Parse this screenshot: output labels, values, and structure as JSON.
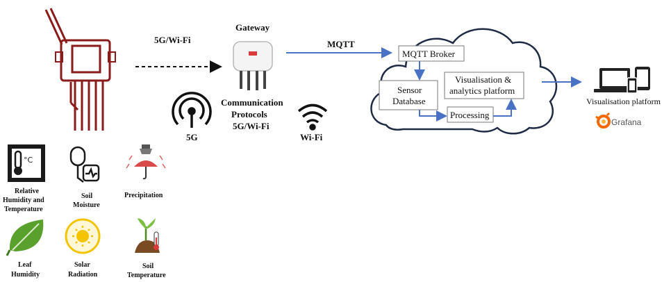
{
  "gateway": {
    "title": "Gateway",
    "protocols_line1": "Communication",
    "protocols_line2": "Protocols",
    "protocols_line3": "5G/Wi-Fi"
  },
  "links": {
    "device_to_gateway": "5G/Wi-Fi",
    "gateway_to_cloud": "MQTT"
  },
  "radios": {
    "fiveg_label": "5G",
    "wifi_label": "Wi-Fi"
  },
  "cloud": {
    "broker": "MQTT Broker",
    "sensor_db_line1": "Sensor",
    "sensor_db_line2": "Database",
    "visual_line1": "Visualisation &",
    "visual_line2": "analytics platform",
    "processing": "Processing"
  },
  "viz": {
    "label": "Visualisation platform",
    "grafana": "Grafana",
    "grafana_color": "#f46800"
  },
  "sensors": [
    {
      "icon": "thermometer-icon",
      "lines": [
        "Relative",
        "Humidity and",
        "Temperature"
      ]
    },
    {
      "icon": "soil-moisture-icon",
      "lines": [
        "Soil",
        "Moisture"
      ]
    },
    {
      "icon": "precipitation-icon",
      "lines": [
        "Precipitation"
      ]
    },
    {
      "icon": "leaf-icon",
      "lines": [
        "Leaf",
        "Humidity"
      ]
    },
    {
      "icon": "sun-icon",
      "lines": [
        "Solar",
        "Radiation"
      ]
    },
    {
      "icon": "soil-temperature-icon",
      "lines": [
        "Soil",
        "Temperature"
      ]
    }
  ],
  "colors": {
    "arrow": "#4a72c4",
    "device_red": "#8b1a1a",
    "cloud_outline": "#1f2a44"
  }
}
